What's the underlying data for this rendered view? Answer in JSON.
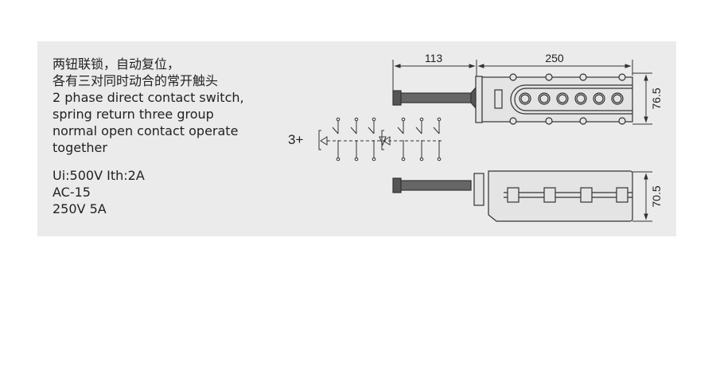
{
  "description": {
    "lines": [
      "两钮联锁，自动复位，",
      "各有三对同时动合的常开触头",
      "2 phase direct contact switch,",
      "spring return three group",
      "normal open contact operate",
      "together"
    ],
    "specs": [
      "Ui:500V    Ith:2A",
      "AC-15",
      "250V    5A"
    ]
  },
  "diagram": {
    "dim_handle": "113",
    "dim_length": "250",
    "dim_height_top": "76.5",
    "dim_height_side": "70.5",
    "circuit_prefix": "3+",
    "button_count": 6,
    "colors": {
      "panel": "#ebebeb",
      "line": "#333333",
      "handle": "#555555"
    }
  }
}
